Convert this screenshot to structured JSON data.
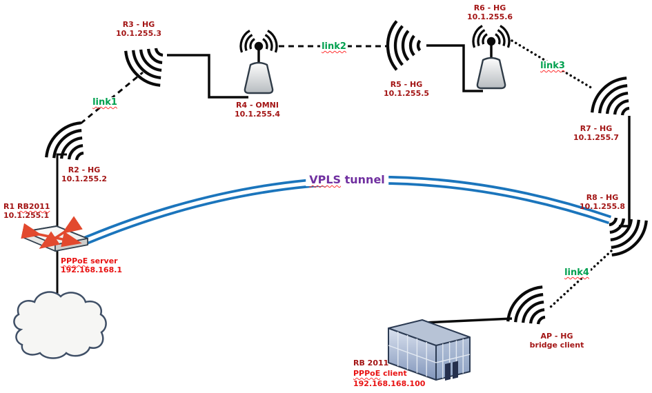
{
  "tunnel": {
    "word": "VPLS",
    "rest": " tunnel"
  },
  "links": {
    "link1": "link1",
    "link2": "link2",
    "link3": "link3",
    "link4": "link4"
  },
  "nodes": {
    "r1": {
      "id": "R1",
      "model": "RB2011",
      "ip": "10.1.255.1",
      "service_word": "PPPoE",
      "service_rest": " server",
      "service_ip": "192.168.168.1"
    },
    "r2": {
      "name": "R2 - HG",
      "ip": "10.1.255.2"
    },
    "r3": {
      "name": "R3 - HG",
      "ip": "10.1.255.3"
    },
    "r4": {
      "name": "R4 - OMNI",
      "ip": "10.1.255.4"
    },
    "r5": {
      "name": "R5 - HG",
      "ip": "10.1.255.5"
    },
    "r6": {
      "name": "R6 - HG",
      "ip": "10.1.255.6"
    },
    "r7": {
      "name": "R7 - HG",
      "ip": "10.1.255.7"
    },
    "r8": {
      "name": "R8 - HG",
      "ip": "10.1.255.8"
    },
    "ap": {
      "name": "AP - HG",
      "role": "bridge client"
    },
    "client": {
      "model": "RB 2011",
      "service_word": "PPPoE",
      "service_rest": " client",
      "service_ip": "192.168.168.100"
    }
  },
  "icons": {
    "r1": "router-icon",
    "r2": "hg-antenna-icon",
    "r3": "hg-antenna-icon",
    "r5": "hg-antenna-icon",
    "r7": "hg-antenna-icon",
    "r8": "hg-antenna-icon",
    "ap": "hg-antenna-icon",
    "r4": "omni-antenna-icon",
    "r6": "omni-antenna-icon",
    "client": "building-icon",
    "internet": "cloud-icon"
  },
  "colors": {
    "node_label": "#a31515",
    "service_label": "#e81111",
    "link_label": "#00a04f",
    "tunnel_label": "#7030a0",
    "tunnel_line": "#1b75bc",
    "line": "#0a0a0a",
    "spellcheck_underline": "#ff2e2e"
  }
}
